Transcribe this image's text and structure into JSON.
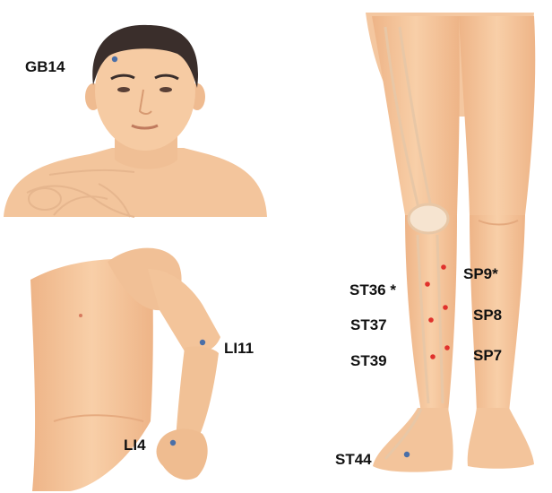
{
  "colors": {
    "background": "#ffffff",
    "skin": "#f5c9a0",
    "skin_shade": "#e9b084",
    "hair": "#3a2e2b",
    "bone": "#f3e1cc",
    "point_blue": "#4a6fa8",
    "point_red": "#e0312c",
    "label": "#111111"
  },
  "panels": [
    {
      "name": "head",
      "description_icon": "head-illustration"
    },
    {
      "name": "arm",
      "description_icon": "arm-illustration"
    },
    {
      "name": "legs",
      "description_icon": "legs-illustration"
    }
  ],
  "labels": {
    "gb14": "GB14",
    "li11": "LI11",
    "li4": "LI4",
    "st36": "ST36 *",
    "st37": "ST37",
    "st39": "ST39",
    "sp9": "SP9*",
    "sp8": "SP8",
    "sp7": "SP7",
    "st44": "ST44"
  }
}
